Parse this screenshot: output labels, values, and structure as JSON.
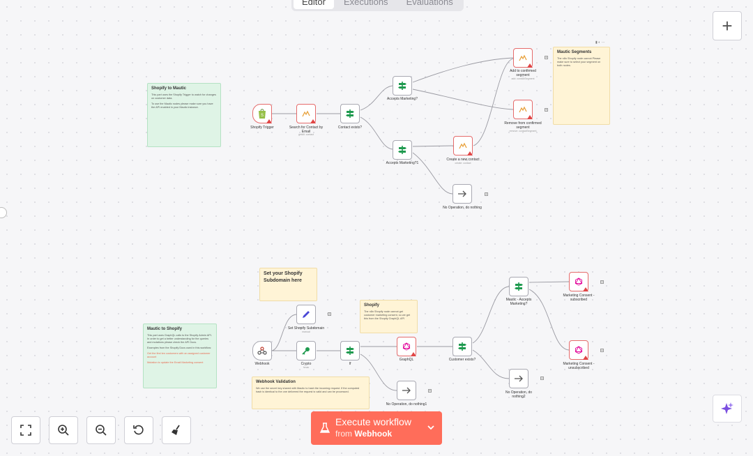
{
  "tabs": [
    {
      "label": "Editor",
      "active": true
    },
    {
      "label": "Executions",
      "active": false
    },
    {
      "label": "Evaluations",
      "active": false
    }
  ],
  "toolbar_top": {
    "add_node_label": "+"
  },
  "colors": {
    "accent": "#ff6d5a",
    "note_green": "#dff4e6",
    "note_yellow": "#fff4d6",
    "error": "#e04545",
    "switch_green": "#1f9a4f",
    "mautic_orange": "#e8a13c"
  },
  "nodes": {
    "shopify_trigger": {
      "label": "Shopify Trigger",
      "icon": "shopify-icon"
    },
    "search_contact": {
      "label": "Search for Contact by Email",
      "sub": "getAll: contact",
      "icon": "mautic-icon"
    },
    "contact_exists": {
      "label": "Contact exists?",
      "icon": "switch-icon"
    },
    "accepts_marketing": {
      "label": "Accepts Marketing?",
      "icon": "switch-icon"
    },
    "accepts_marketing1": {
      "label": "Accepts Marketing?1",
      "icon": "switch-icon"
    },
    "add_to_segment": {
      "label": "Add to confirmed segment",
      "sub": "add: contactSegment",
      "icon": "mautic-icon"
    },
    "remove_from_segment": {
      "label": "Remove from confirmed segment",
      "sub": "remove: contactSegment",
      "icon": "mautic-icon"
    },
    "create_contact": {
      "label": "Create a new contact",
      "sub": "create: contact",
      "icon": "mautic-icon"
    },
    "no_op_1": {
      "label": "No Operation, do nothing",
      "icon": "arrow-right-icon"
    },
    "webhook": {
      "label": "Webhook",
      "icon": "webhook-icon"
    },
    "set_subdomain": {
      "label": "Set Shopify Subdomain",
      "sub": "manual",
      "icon": "pencil-icon"
    },
    "crypto": {
      "label": "Crypto",
      "sub": "hmac",
      "icon": "key-icon"
    },
    "if": {
      "label": "If",
      "icon": "switch-icon"
    },
    "graphql": {
      "label": "GraphQL",
      "icon": "graphql-icon"
    },
    "customer_exists": {
      "label": "Customer exists?",
      "icon": "switch-icon"
    },
    "no_op_2": {
      "label": "No Operation, do nothing1",
      "icon": "arrow-right-icon"
    },
    "no_op_3": {
      "label": "No Operation, do nothing2",
      "icon": "arrow-right-icon"
    },
    "mautic_accepts": {
      "label": "Mautic - Accepts Marketing?",
      "icon": "switch-icon"
    },
    "consent_subscribed": {
      "label": "Marketing Consent - subscribed",
      "icon": "graphql-icon"
    },
    "consent_unsubscribed": {
      "label": "Marketing Consent - unsubscribed",
      "icon": "graphql-icon"
    }
  },
  "notes": {
    "shopify_to_mautic": {
      "title": "Shopify to Mautic",
      "body1": "This part uses the Shopify Trigger to watch for changes on customer data.",
      "body2": "To use the Mautic nodes please make sure you have the API enabled in your Mautic instance."
    },
    "mautic_segments": {
      "title": "Mautic Segments",
      "body": "The n8n Shopify node cannot Please make sure to select your segment on both nodes."
    },
    "set_subdomain": {
      "title": "Set your Shopify Subdomain here"
    },
    "shopify": {
      "title": "Shopify",
      "body": "The n8n Shopify node cannot get customer marketing consent, so we get this from the Shopify GraphQL API"
    },
    "mautic_to_shopify": {
      "title": "Mautic to Shopify",
      "body1": "This part uses GraphQL calls to the Shopify Admin API. In order to get a better understanding for the queries and mutations please check the API Docs.",
      "body2": "Examples from the Shopify Docs used in this workflow:",
      "link1": "Get the first ten customers with an assigned customer account",
      "link2": "Mutation to update the Email Marketing consent"
    },
    "webhook_validation": {
      "title": "Webhook Validation",
      "body": "We use the secret key shared with Mautic to hash the incoming request. If the computed hash is identical to the one delivered the request is valid and can be processed."
    }
  },
  "canvas_controls": {
    "fit_view": "fit-view-icon",
    "zoom_in": "zoom-in-icon",
    "zoom_out": "zoom-out-icon",
    "reset_zoom": "reset-icon",
    "tidy_up": "broom-icon"
  },
  "execute": {
    "title": "Execute workflow",
    "from_prefix": "from",
    "from_node": "Webhook"
  }
}
